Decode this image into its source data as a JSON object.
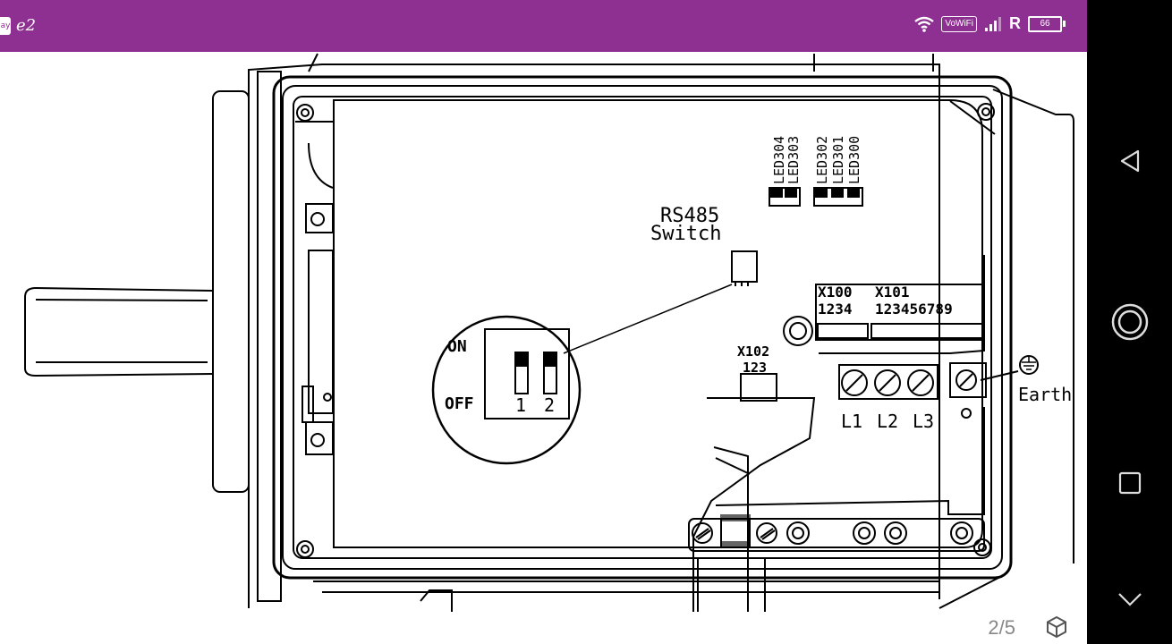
{
  "status_bar": {
    "left_app_badge": "ay",
    "left_app_icon": "e2",
    "vowifi_label": "VoWiFi",
    "roaming_indicator": "R",
    "battery_level": "66",
    "icons": [
      "wifi-icon",
      "signal-icon",
      "battery-icon"
    ],
    "background_color": "#8e3091"
  },
  "diagram": {
    "led_labels": [
      "LED304",
      "LED303",
      "LED302",
      "LED301",
      "LED300"
    ],
    "rs485_line1": "RS485",
    "rs485_line2": "Switch",
    "switch_on": "ON",
    "switch_off": "OFF",
    "switch_num_1": "1",
    "switch_num_2": "2",
    "x100_label": "X100",
    "x100_pins": "1234",
    "x101_label": "X101",
    "x101_pins": "123456789",
    "x102_label": "X102",
    "x102_pins": "123",
    "terminal_l1": "L1",
    "terminal_l2": "L2",
    "terminal_l3": "L3",
    "earth_label": "Earth"
  },
  "footer": {
    "page_counter": "2/5"
  },
  "nav_bar": {
    "buttons": [
      "back",
      "home",
      "recents",
      "collapse"
    ]
  }
}
